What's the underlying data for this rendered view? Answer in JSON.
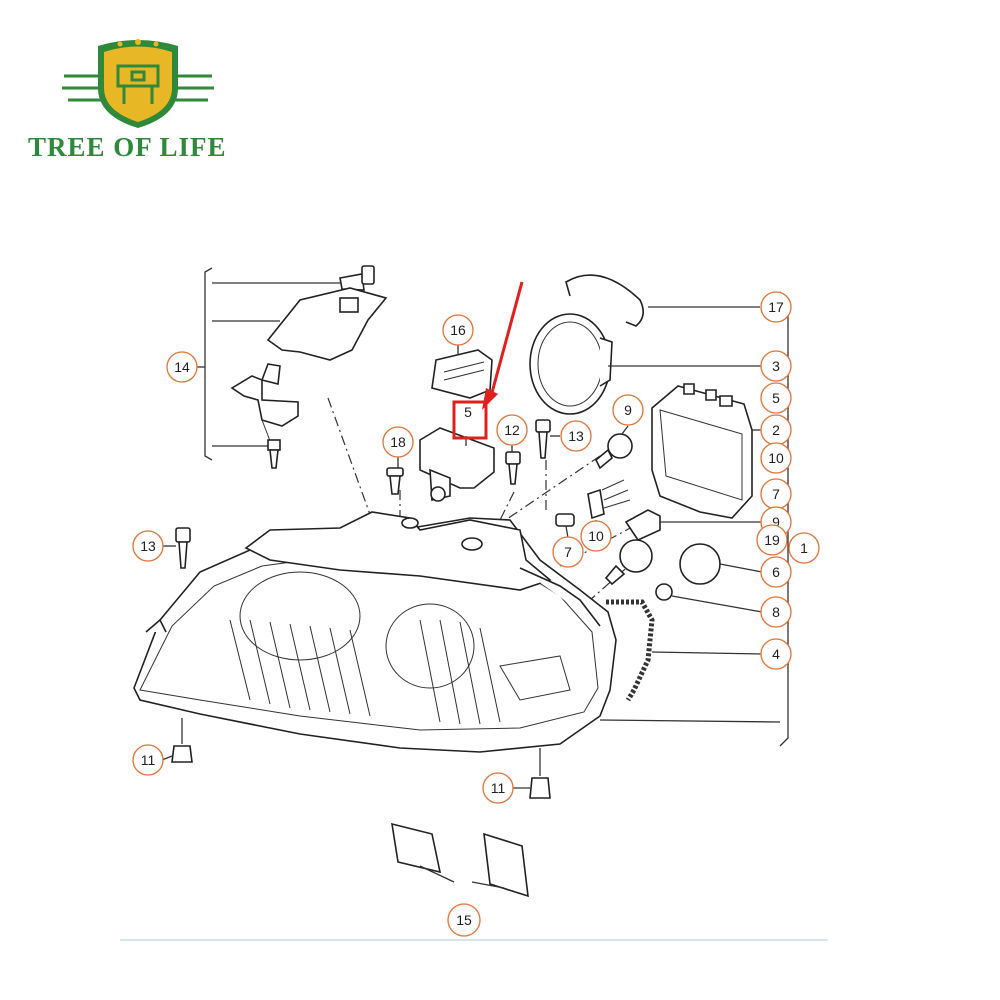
{
  "brand": {
    "name": "TREE OF LIFE",
    "colors": {
      "green": "#2e8a3a",
      "gold": "#e8b726",
      "accent": "#e0733a",
      "highlight": "#e0201c"
    }
  },
  "callouts": {
    "c1": "1",
    "c2": "2",
    "c3": "3",
    "c4": "4",
    "c5a": "5",
    "c5b": "5",
    "c6": "6",
    "c7a": "7",
    "c7b": "7",
    "c8": "8",
    "c9a": "9",
    "c9b": "9",
    "c10a": "10",
    "c10b": "10",
    "c11a": "11",
    "c11b": "11",
    "c12": "12",
    "c13a": "13",
    "c13b": "13",
    "c14": "14",
    "c15": "15",
    "c16": "16",
    "c17": "17",
    "c18": "18",
    "c19": "19"
  },
  "highlighted_part": "5"
}
